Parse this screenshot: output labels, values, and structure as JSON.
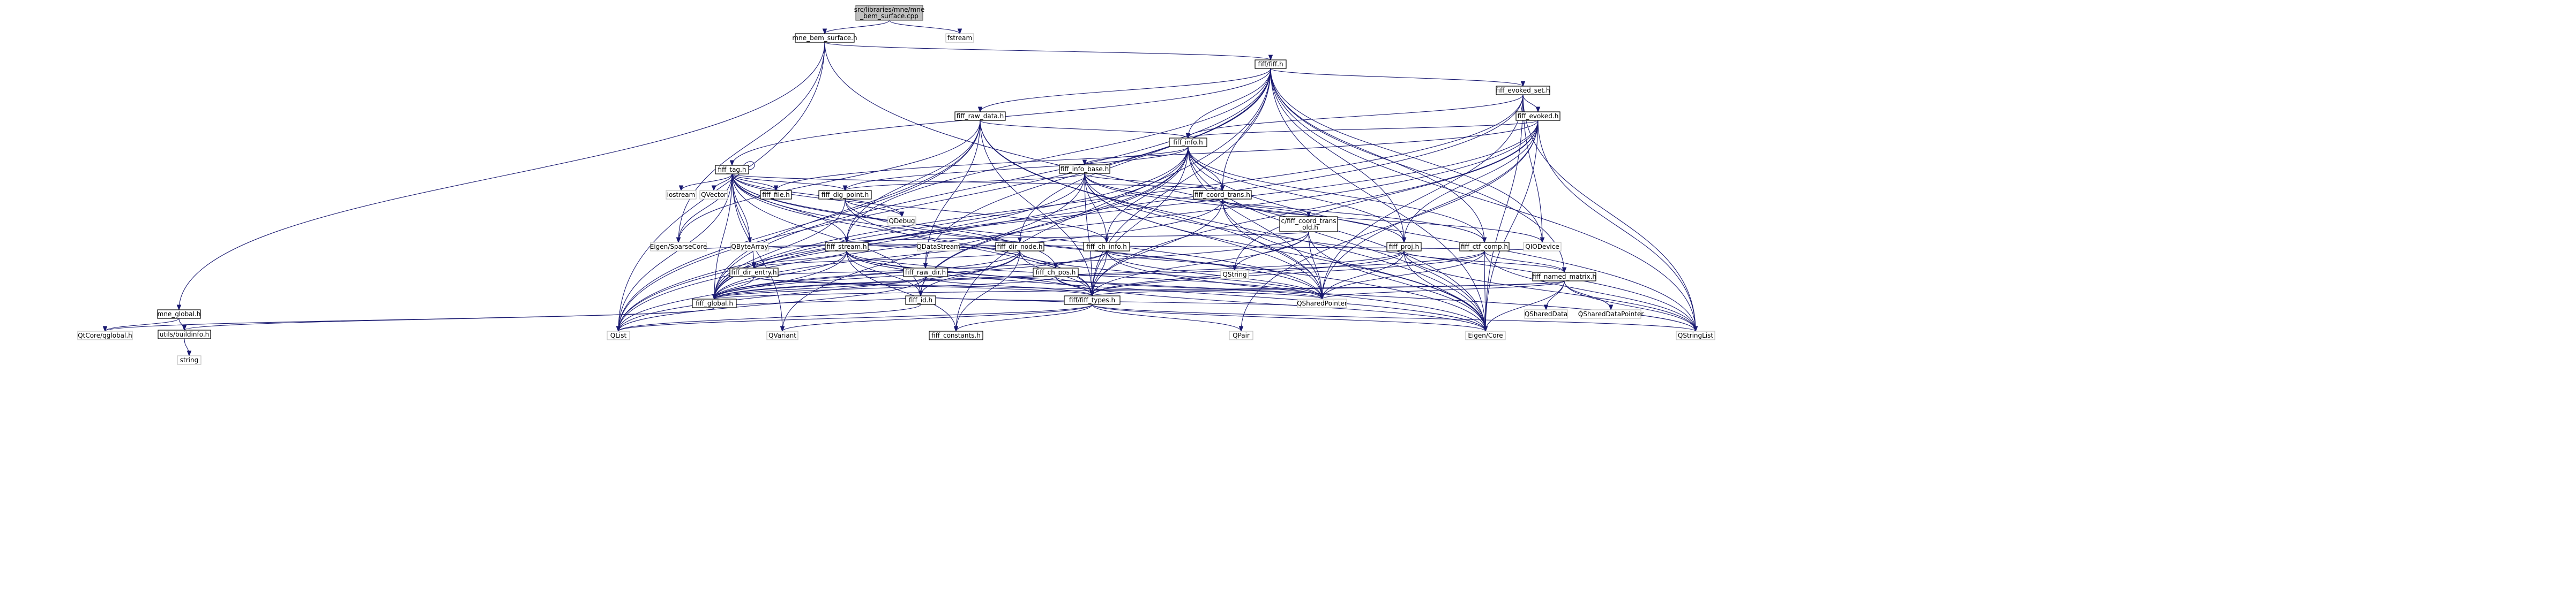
{
  "diagram": {
    "nodes": [
      {
        "id": "root",
        "kind": "root",
        "lines": [
          "src/libraries/mne/mne",
          "_bem_surface.cpp"
        ]
      },
      {
        "id": "mne_bem_surface_h",
        "kind": "file",
        "lines": [
          "mne_bem_surface.h"
        ]
      },
      {
        "id": "fstream",
        "kind": "ext",
        "lines": [
          "fstream"
        ]
      },
      {
        "id": "mne_global_h",
        "kind": "file",
        "lines": [
          "mne_global.h"
        ]
      },
      {
        "id": "fiff_h",
        "kind": "file",
        "lines": [
          "fiff/fiff.h"
        ]
      },
      {
        "id": "fiff_evoked_set_h",
        "kind": "file",
        "lines": [
          "fiff_evoked_set.h"
        ]
      },
      {
        "id": "fiff_evoked_h",
        "kind": "file",
        "lines": [
          "fiff_evoked.h"
        ]
      },
      {
        "id": "fiff_raw_data_h",
        "kind": "file",
        "lines": [
          "fiff_raw_data.h"
        ]
      },
      {
        "id": "fiff_info_h",
        "kind": "file",
        "lines": [
          "fiff_info.h"
        ]
      },
      {
        "id": "fiff_tag_h",
        "kind": "file",
        "lines": [
          "fiff_tag.h"
        ]
      },
      {
        "id": "fiff_info_base_h",
        "kind": "file",
        "lines": [
          "fiff_info_base.h"
        ]
      },
      {
        "id": "fiff_coord_trans_h",
        "kind": "file",
        "lines": [
          "fiff_coord_trans.h"
        ]
      },
      {
        "id": "fiff_dig_point_h",
        "kind": "file",
        "lines": [
          "fiff_dig_point.h"
        ]
      },
      {
        "id": "fiff_file_h",
        "kind": "file",
        "lines": [
          "fiff_file.h"
        ]
      },
      {
        "id": "c_fiff_coord_trans_old_h",
        "kind": "file",
        "lines": [
          "c/fiff_coord_trans",
          "_old.h"
        ]
      },
      {
        "id": "fiff_stream_h",
        "kind": "file",
        "lines": [
          "fiff_stream.h"
        ]
      },
      {
        "id": "fiff_raw_dir_h",
        "kind": "file",
        "lines": [
          "fiff_raw_dir.h"
        ]
      },
      {
        "id": "fiff_dir_node_h",
        "kind": "file",
        "lines": [
          "fiff_dir_node.h"
        ]
      },
      {
        "id": "fiff_ch_info_h",
        "kind": "file",
        "lines": [
          "fiff_ch_info.h"
        ]
      },
      {
        "id": "fiff_proj_h",
        "kind": "file",
        "lines": [
          "fiff_proj.h"
        ]
      },
      {
        "id": "fiff_ctf_comp_h",
        "kind": "file",
        "lines": [
          "fiff_ctf_comp.h"
        ]
      },
      {
        "id": "fiff_named_matrix_h",
        "kind": "file",
        "lines": [
          "fiff_named_matrix.h"
        ]
      },
      {
        "id": "fiff_dir_entry_h",
        "kind": "file",
        "lines": [
          "fiff_dir_entry.h"
        ]
      },
      {
        "id": "fiff_id_h",
        "kind": "file",
        "lines": [
          "fiff_id.h"
        ]
      },
      {
        "id": "fiff_ch_pos_h",
        "kind": "file",
        "lines": [
          "fiff_ch_pos.h"
        ]
      },
      {
        "id": "fiff_global_h",
        "kind": "file",
        "lines": [
          "fiff_global.h"
        ]
      },
      {
        "id": "fiff_types_h",
        "kind": "file",
        "lines": [
          "fiff/fiff_types.h"
        ]
      },
      {
        "id": "fiff_constants_h",
        "kind": "file",
        "lines": [
          "fiff_constants.h"
        ]
      },
      {
        "id": "utils_buildinfo_h",
        "kind": "file",
        "lines": [
          "utils/buildinfo.h"
        ]
      },
      {
        "id": "string",
        "kind": "ext",
        "lines": [
          "string"
        ]
      },
      {
        "id": "QtCore_qglobal_h",
        "kind": "ext",
        "lines": [
          "QtCore/qglobal.h"
        ]
      },
      {
        "id": "QList",
        "kind": "ext",
        "lines": [
          "QList"
        ]
      },
      {
        "id": "QVariant",
        "kind": "ext",
        "lines": [
          "QVariant"
        ]
      },
      {
        "id": "QPair",
        "kind": "ext",
        "lines": [
          "QPair"
        ]
      },
      {
        "id": "Eigen_Core",
        "kind": "ext",
        "lines": [
          "Eigen/Core"
        ]
      },
      {
        "id": "Eigen_SparseCore",
        "kind": "ext",
        "lines": [
          "Eigen/SparseCore"
        ]
      },
      {
        "id": "QStringList",
        "kind": "ext",
        "lines": [
          "QStringList"
        ]
      },
      {
        "id": "QIODevice",
        "kind": "ext",
        "lines": [
          "QIODevice"
        ]
      },
      {
        "id": "QSharedPointer",
        "kind": "ext",
        "lines": [
          "QSharedPointer"
        ]
      },
      {
        "id": "QSharedData",
        "kind": "ext",
        "lines": [
          "QSharedData"
        ]
      },
      {
        "id": "QSharedDataPointer",
        "kind": "ext",
        "lines": [
          "QSharedDataPointer"
        ]
      },
      {
        "id": "QString",
        "kind": "ext",
        "lines": [
          "QString"
        ]
      },
      {
        "id": "QByteArray",
        "kind": "ext",
        "lines": [
          "QByteArray"
        ]
      },
      {
        "id": "QDataStream",
        "kind": "ext",
        "lines": [
          "QDataStream"
        ]
      },
      {
        "id": "QDebug",
        "kind": "ext",
        "lines": [
          "QDebug"
        ]
      },
      {
        "id": "iostream",
        "kind": "ext",
        "lines": [
          "iostream"
        ]
      },
      {
        "id": "QVector",
        "kind": "ext",
        "lines": [
          "QVector"
        ]
      }
    ],
    "edges": [
      [
        "root",
        "mne_bem_surface_h"
      ],
      [
        "root",
        "fstream"
      ],
      [
        "mne_bem_surface_h",
        "mne_global_h"
      ],
      [
        "mne_bem_surface_h",
        "fiff_h"
      ],
      [
        "mne_bem_surface_h",
        "QList"
      ],
      [
        "mne_bem_surface_h",
        "Eigen_Core"
      ],
      [
        "mne_bem_surface_h",
        "Eigen_SparseCore"
      ],
      [
        "mne_global_h",
        "utils_buildinfo_h"
      ],
      [
        "mne_global_h",
        "QtCore_qglobal_h"
      ],
      [
        "utils_buildinfo_h",
        "string"
      ],
      [
        "fiff_h",
        "fiff_global_h"
      ],
      [
        "fiff_h",
        "fiff_evoked_set_h"
      ],
      [
        "fiff_h",
        "fiff_raw_data_h"
      ],
      [
        "fiff_h",
        "fiff_info_h"
      ],
      [
        "fiff_h",
        "fiff_tag_h"
      ],
      [
        "fiff_h",
        "fiff_coord_trans_h"
      ],
      [
        "fiff_h",
        "fiff_stream_h"
      ],
      [
        "fiff_h",
        "fiff_dir_node_h"
      ],
      [
        "fiff_h",
        "fiff_raw_dir_h"
      ],
      [
        "fiff_h",
        "fiff_proj_h"
      ],
      [
        "fiff_h",
        "fiff_ctf_comp_h"
      ],
      [
        "fiff_h",
        "fiff_named_matrix_h"
      ],
      [
        "fiff_h",
        "fiff_types_h"
      ],
      [
        "fiff_h",
        "fiff_constants_h"
      ],
      [
        "fiff_h",
        "QList"
      ],
      [
        "fiff_h",
        "QStringList"
      ],
      [
        "fiff_h",
        "QIODevice"
      ],
      [
        "fiff_h",
        "Eigen_Core"
      ],
      [
        "fiff_evoked_set_h",
        "fiff_evoked_h"
      ],
      [
        "fiff_evoked_set_h",
        "fiff_info_h"
      ],
      [
        "fiff_evoked_set_h",
        "fiff_global_h"
      ],
      [
        "fiff_evoked_set_h",
        "QList"
      ],
      [
        "fiff_evoked_set_h",
        "QStringList"
      ],
      [
        "fiff_evoked_set_h",
        "QIODevice"
      ],
      [
        "fiff_evoked_set_h",
        "Eigen_Core"
      ],
      [
        "fiff_evoked_set_h",
        "QSharedPointer"
      ],
      [
        "fiff_evoked_h",
        "fiff_info_h"
      ],
      [
        "fiff_evoked_h",
        "fiff_global_h"
      ],
      [
        "fiff_evoked_h",
        "fiff_types_h"
      ],
      [
        "fiff_evoked_h",
        "fiff_proj_h"
      ],
      [
        "fiff_evoked_h",
        "fiff_file_h"
      ],
      [
        "fiff_evoked_h",
        "QSharedPointer"
      ],
      [
        "fiff_evoked_h",
        "QList"
      ],
      [
        "fiff_evoked_h",
        "QString"
      ],
      [
        "fiff_evoked_h",
        "QStringList"
      ],
      [
        "fiff_evoked_h",
        "Eigen_Core"
      ],
      [
        "fiff_evoked_h",
        "QPair"
      ],
      [
        "fiff_raw_data_h",
        "fiff_global_h"
      ],
      [
        "fiff_raw_data_h",
        "fiff_types_h"
      ],
      [
        "fiff_raw_data_h",
        "fiff_info_h"
      ],
      [
        "fiff_raw_data_h",
        "fiff_raw_dir_h"
      ],
      [
        "fiff_raw_data_h",
        "fiff_stream_h"
      ],
      [
        "fiff_raw_data_h",
        "Eigen_Core"
      ],
      [
        "fiff_raw_data_h",
        "Eigen_SparseCore"
      ],
      [
        "fiff_raw_data_h",
        "QList"
      ],
      [
        "fiff_raw_data_h",
        "QSharedPointer"
      ],
      [
        "fiff_info_h",
        "fiff_global_h"
      ],
      [
        "fiff_info_h",
        "fiff_types_h"
      ],
      [
        "fiff_info_h",
        "fiff_info_base_h"
      ],
      [
        "fiff_info_h",
        "fiff_coord_trans_h"
      ],
      [
        "fiff_info_h",
        "fiff_ch_info_h"
      ],
      [
        "fiff_info_h",
        "fiff_dig_point_h"
      ],
      [
        "fiff_info_h",
        "fiff_ctf_comp_h"
      ],
      [
        "fiff_info_h",
        "fiff_proj_h"
      ],
      [
        "fiff_info_h",
        "fiff_id_h"
      ],
      [
        "fiff_info_h",
        "QList"
      ],
      [
        "fiff_info_h",
        "QSharedPointer"
      ],
      [
        "fiff_info_h",
        "QStringList"
      ],
      [
        "fiff_info_h",
        "Eigen_Core"
      ],
      [
        "fiff_info_h",
        "QVariant"
      ],
      [
        "fiff_tag_h",
        "fiff_global_h"
      ],
      [
        "fiff_tag_h",
        "fiff_types_h"
      ],
      [
        "fiff_tag_h",
        "fiff_file_h"
      ],
      [
        "fiff_tag_h",
        "fiff_id_h"
      ],
      [
        "fiff_tag_h",
        "fiff_coord_trans_h"
      ],
      [
        "fiff_tag_h",
        "fiff_ch_info_h"
      ],
      [
        "fiff_tag_h",
        "fiff_ch_pos_h"
      ],
      [
        "fiff_tag_h",
        "fiff_dir_entry_h"
      ],
      [
        "fiff_tag_h",
        "fiff_dig_point_h"
      ],
      [
        "fiff_tag_h",
        "Eigen_Core"
      ],
      [
        "fiff_tag_h",
        "Eigen_SparseCore"
      ],
      [
        "fiff_tag_h",
        "QByteArray"
      ],
      [
        "fiff_tag_h",
        "QList"
      ],
      [
        "fiff_tag_h",
        "QVector"
      ],
      [
        "fiff_tag_h",
        "QSharedPointer"
      ],
      [
        "fiff_tag_h",
        "QDebug"
      ],
      [
        "fiff_tag_h",
        "iostream"
      ],
      [
        "fiff_tag_h",
        "fiff_tag_h"
      ],
      [
        "fiff_tag_h",
        "fiff_stream_h"
      ],
      [
        "fiff_tag_h",
        "QVariant"
      ],
      [
        "fiff_info_base_h",
        "fiff_global_h"
      ],
      [
        "fiff_info_base_h",
        "fiff_types_h"
      ],
      [
        "fiff_info_base_h",
        "fiff_ch_info_h"
      ],
      [
        "fiff_info_base_h",
        "fiff_coord_trans_h"
      ],
      [
        "fiff_info_base_h",
        "fiff_dig_point_h"
      ],
      [
        "fiff_info_base_h",
        "fiff_id_h"
      ],
      [
        "fiff_info_base_h",
        "fiff_proj_h"
      ],
      [
        "fiff_info_base_h",
        "fiff_ctf_comp_h"
      ],
      [
        "fiff_info_base_h",
        "QSharedPointer"
      ],
      [
        "fiff_info_base_h",
        "QStringList"
      ],
      [
        "fiff_info_base_h",
        "Eigen_Core"
      ],
      [
        "fiff_coord_trans_h",
        "fiff_global_h"
      ],
      [
        "fiff_coord_trans_h",
        "fiff_types_h"
      ],
      [
        "fiff_coord_trans_h",
        "c_fiff_coord_trans_old_h"
      ],
      [
        "fiff_coord_trans_h",
        "QSharedPointer"
      ],
      [
        "fiff_coord_trans_h",
        "QIODevice"
      ],
      [
        "fiff_coord_trans_h",
        "Eigen_Core"
      ],
      [
        "fiff_dig_point_h",
        "fiff_global_h"
      ],
      [
        "fiff_dig_point_h",
        "fiff_types_h"
      ],
      [
        "fiff_dig_point_h",
        "QSharedPointer"
      ],
      [
        "fiff_dig_point_h",
        "QDebug"
      ],
      [
        "c_fiff_coord_trans_old_h",
        "fiff_types_h"
      ],
      [
        "c_fiff_coord_trans_old_h",
        "fiff_stream_h"
      ],
      [
        "c_fiff_coord_trans_old_h",
        "Eigen_Core"
      ],
      [
        "c_fiff_coord_trans_old_h",
        "QSharedPointer"
      ],
      [
        "c_fiff_coord_trans_old_h",
        "QString"
      ],
      [
        "c_fiff_coord_trans_old_h",
        "fiff_global_h"
      ],
      [
        "fiff_stream_h",
        "fiff_global_h"
      ],
      [
        "fiff_stream_h",
        "fiff_types_h"
      ],
      [
        "fiff_stream_h",
        "fiff_id_h"
      ],
      [
        "fiff_stream_h",
        "fiff_dir_node_h"
      ],
      [
        "fiff_stream_h",
        "fiff_dir_entry_h"
      ],
      [
        "fiff_stream_h",
        "fiff_constants_h"
      ],
      [
        "fiff_stream_h",
        "QByteArray"
      ],
      [
        "fiff_stream_h",
        "QDataStream"
      ],
      [
        "fiff_stream_h",
        "QList"
      ],
      [
        "fiff_stream_h",
        "QSharedPointer"
      ],
      [
        "fiff_stream_h",
        "QStringList"
      ],
      [
        "fiff_stream_h",
        "QIODevice"
      ],
      [
        "fiff_stream_h",
        "Eigen_Core"
      ],
      [
        "fiff_stream_h",
        "Eigen_SparseCore"
      ],
      [
        "fiff_raw_dir_h",
        "fiff_global_h"
      ],
      [
        "fiff_raw_dir_h",
        "fiff_types_h"
      ],
      [
        "fiff_raw_dir_h",
        "fiff_dir_entry_h"
      ],
      [
        "fiff_raw_dir_h",
        "QList"
      ],
      [
        "fiff_dir_node_h",
        "fiff_global_h"
      ],
      [
        "fiff_dir_node_h",
        "fiff_types_h"
      ],
      [
        "fiff_dir_node_h",
        "fiff_id_h"
      ],
      [
        "fiff_dir_node_h",
        "fiff_dir_entry_h"
      ],
      [
        "fiff_dir_node_h",
        "fiff_constants_h"
      ],
      [
        "fiff_dir_node_h",
        "QList"
      ],
      [
        "fiff_dir_node_h",
        "QSharedPointer"
      ],
      [
        "fiff_ch_info_h",
        "fiff_global_h"
      ],
      [
        "fiff_ch_info_h",
        "fiff_types_h"
      ],
      [
        "fiff_ch_info_h",
        "fiff_ch_pos_h"
      ],
      [
        "fiff_ch_info_h",
        "QString"
      ],
      [
        "fiff_ch_info_h",
        "QSharedPointer"
      ],
      [
        "fiff_ch_info_h",
        "Eigen_Core"
      ],
      [
        "fiff_proj_h",
        "fiff_global_h"
      ],
      [
        "fiff_proj_h",
        "fiff_types_h"
      ],
      [
        "fiff_proj_h",
        "fiff_named_matrix_h"
      ],
      [
        "fiff_proj_h",
        "QSharedPointer"
      ],
      [
        "fiff_proj_h",
        "QStringList"
      ],
      [
        "fiff_proj_h",
        "Eigen_Core"
      ],
      [
        "fiff_ctf_comp_h",
        "fiff_global_h"
      ],
      [
        "fiff_ctf_comp_h",
        "fiff_types_h"
      ],
      [
        "fiff_ctf_comp_h",
        "fiff_named_matrix_h"
      ],
      [
        "fiff_ctf_comp_h",
        "QSharedPointer"
      ],
      [
        "fiff_ctf_comp_h",
        "QStringList"
      ],
      [
        "fiff_ctf_comp_h",
        "Eigen_Core"
      ],
      [
        "fiff_named_matrix_h",
        "fiff_global_h"
      ],
      [
        "fiff_named_matrix_h",
        "fiff_types_h"
      ],
      [
        "fiff_named_matrix_h",
        "QSharedData"
      ],
      [
        "fiff_named_matrix_h",
        "QSharedDataPointer"
      ],
      [
        "fiff_named_matrix_h",
        "QSharedPointer"
      ],
      [
        "fiff_named_matrix_h",
        "QStringList"
      ],
      [
        "fiff_named_matrix_h",
        "Eigen_Core"
      ],
      [
        "fiff_dir_entry_h",
        "fiff_global_h"
      ],
      [
        "fiff_dir_entry_h",
        "fiff_types_h"
      ],
      [
        "fiff_dir_entry_h",
        "QSharedPointer"
      ],
      [
        "fiff_id_h",
        "fiff_global_h"
      ],
      [
        "fiff_id_h",
        "fiff_types_h"
      ],
      [
        "fiff_id_h",
        "QSharedPointer"
      ],
      [
        "fiff_id_h",
        "QList"
      ],
      [
        "fiff_ch_pos_h",
        "fiff_global_h"
      ],
      [
        "fiff_ch_pos_h",
        "fiff_types_h"
      ],
      [
        "fiff_ch_pos_h",
        "Eigen_Core"
      ],
      [
        "fiff_ch_pos_h",
        "QSharedPointer"
      ],
      [
        "fiff_global_h",
        "utils_buildinfo_h"
      ],
      [
        "fiff_global_h",
        "QtCore_qglobal_h"
      ],
      [
        "fiff_types_h",
        "fiff_constants_h"
      ],
      [
        "fiff_types_h",
        "Eigen_Core"
      ],
      [
        "fiff_types_h",
        "QList"
      ],
      [
        "fiff_types_h",
        "QPair"
      ],
      [
        "fiff_types_h",
        "QStringList"
      ],
      [
        "fiff_types_h",
        "QVariant"
      ]
    ]
  }
}
